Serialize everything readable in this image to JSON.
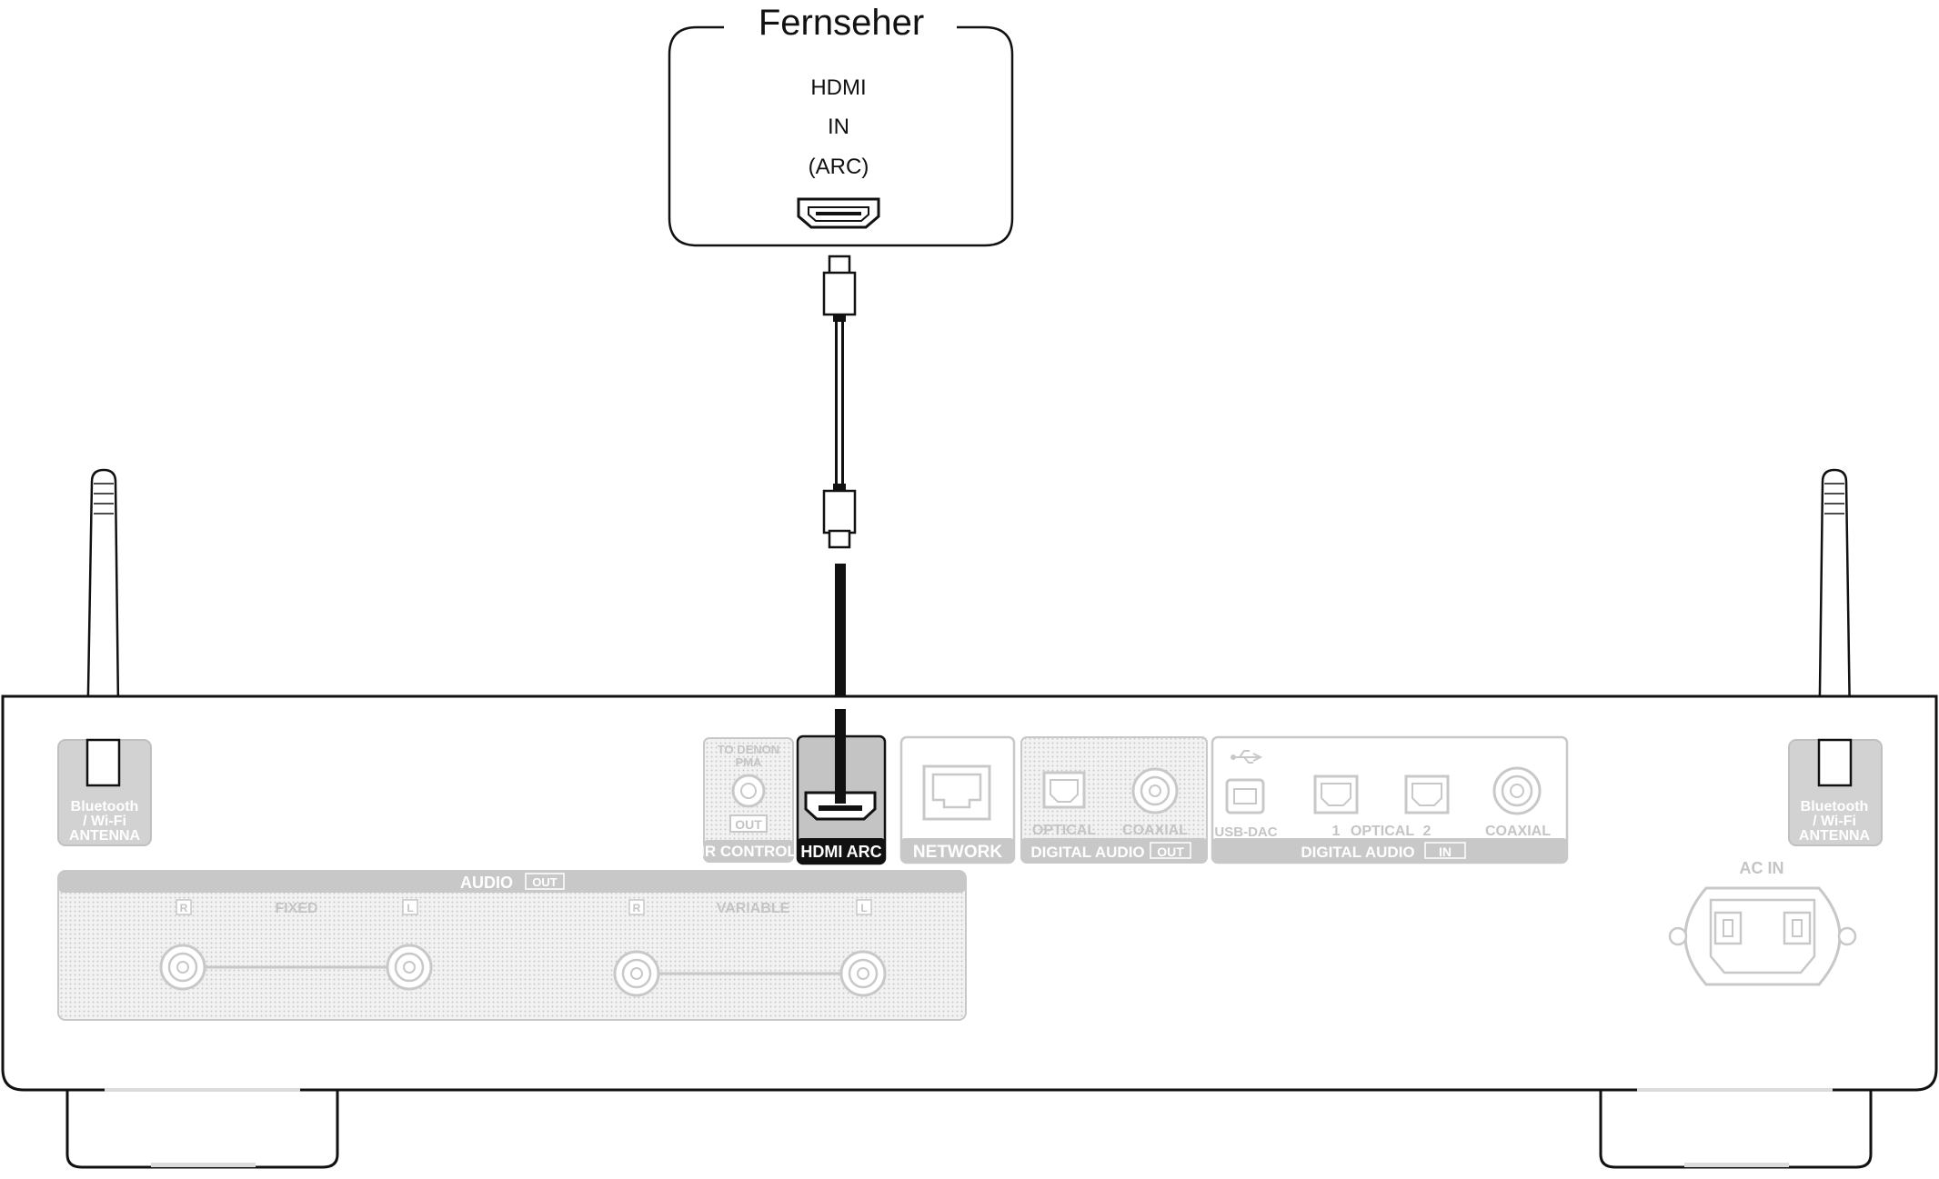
{
  "tv": {
    "title": "Fernseher",
    "port_line1": "HDMI",
    "port_line2": "IN",
    "port_line3": "(ARC)"
  },
  "device": {
    "antenna_line1": "Bluetooth",
    "antenna_line2": "/ Wi-Fi",
    "antenna_line3": "ANTENNA",
    "ir_top_line1": "TO DENON",
    "ir_top_line2": "PMA",
    "ir_out": "OUT",
    "ir_label": "IR CONTROL",
    "hdmi_label": "HDMI ARC",
    "network_label": "NETWORK",
    "dig_out_optical": "OPTICAL",
    "dig_out_coaxial": "COAXIAL",
    "dig_out_label": "DIGITAL AUDIO",
    "dig_out_tag": "OUT",
    "usb_dac": "USB-DAC",
    "opt_1": "1",
    "opt_label": "OPTICAL",
    "opt_2": "2",
    "dig_in_coaxial": "COAXIAL",
    "dig_in_label": "DIGITAL AUDIO",
    "dig_in_tag": "IN",
    "audio_label": "AUDIO",
    "audio_tag": "OUT",
    "fixed": "FIXED",
    "variable": "VARIABLE",
    "ch_r": "R",
    "ch_l": "L",
    "ac_in": "AC IN"
  },
  "colors": {
    "outline": "#111111",
    "panel_grey": "#c8c8c8",
    "panel_light": "#dcdcdc",
    "hdmi_panel": "#1a1a1a"
  }
}
